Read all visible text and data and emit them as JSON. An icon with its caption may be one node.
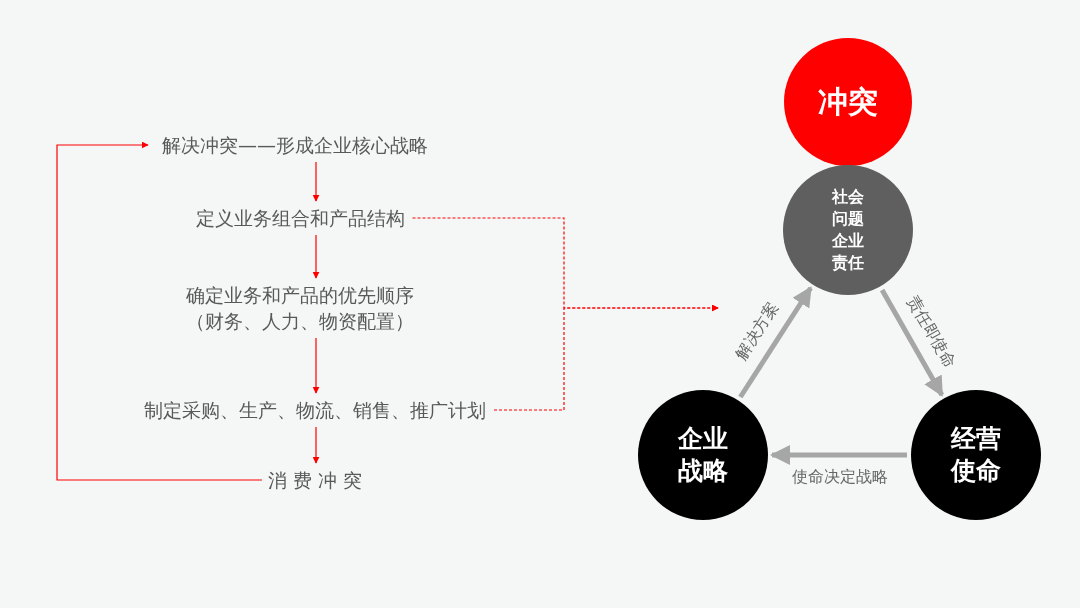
{
  "diagram": {
    "nodes": [
      {
        "text": [
          "解决冲突——形成企业核心战略"
        ]
      },
      {
        "text": [
          "定义业务组合和产品结构"
        ]
      },
      {
        "text": [
          "确定业务和产品的优先顺序（财务、人力、物资配置）"
        ]
      },
      {
        "text": [
          "制定采购、生产、物流、销售、推广计划"
        ]
      },
      {
        "text": [
          "消 费 冲 突"
        ]
      },
      {
        "text": [
          "冲突"
        ]
      },
      {
        "text": [
          "社会问题企业责任"
        ]
      },
      {
        "text": [
          "企业战略"
        ]
      },
      {
        "text": [
          "经营使命"
        ]
      }
    ],
    "edges": [
      {
        "from": 0,
        "to": 1,
        "arrow": "to"
      },
      {
        "from": 1,
        "to": 2,
        "arrow": "to"
      },
      {
        "from": 2,
        "to": 3,
        "arrow": "to"
      },
      {
        "from": 3,
        "to": 4,
        "arrow": "to"
      },
      {
        "from": 4,
        "to": 0,
        "arrow": "to"
      },
      {
        "from": 1,
        "to": null,
        "arrow": "to",
        "style": "dashed"
      },
      {
        "from": 3,
        "to": null,
        "arrow": "to",
        "style": "dashed"
      },
      {
        "from": 7,
        "to": 6,
        "arrow": "to",
        "label": "解决方案",
        "style": "thick",
        "color": "#a6a6a6"
      },
      {
        "from": 6,
        "to": 8,
        "arrow": "to",
        "label": "责任即使命",
        "style": "thick",
        "color": "#a6a6a6"
      },
      {
        "from": 8,
        "to": 7,
        "arrow": "to",
        "label": "使命决定战略",
        "style": "thick",
        "color": "#a6a6a6"
      }
    ]
  }
}
